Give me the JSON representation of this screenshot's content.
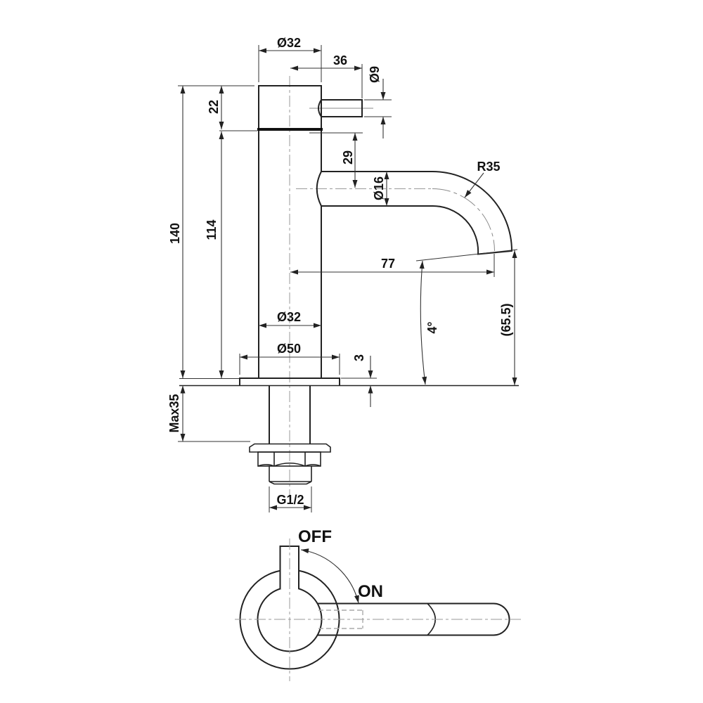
{
  "drawing": {
    "kind": "technical-drawing",
    "subject": "pillar tap faucet with dimensions, front view and top view",
    "front_view": {
      "dim_cap_diameter": "Ø32",
      "dim_handle_length": "36",
      "dim_handle_diameter": "Ø9",
      "dim_cap_height": "22",
      "dim_total_height": "140",
      "dim_body_height": "114",
      "dim_spout_center_drop": "29",
      "dim_spout_diameter": "Ø16",
      "dim_bend_radius": "R35",
      "dim_spout_reach": "77",
      "dim_outlet_angle": "4°",
      "dim_outlet_height": "(65.5)",
      "dim_body_diameter": "Ø32",
      "dim_base_diameter": "Ø50",
      "dim_base_thickness": "3",
      "dim_max_deck_thickness": "Max35",
      "dim_thread_size": "G1/2"
    },
    "top_view": {
      "label_off": "OFF",
      "label_on": "ON"
    }
  }
}
